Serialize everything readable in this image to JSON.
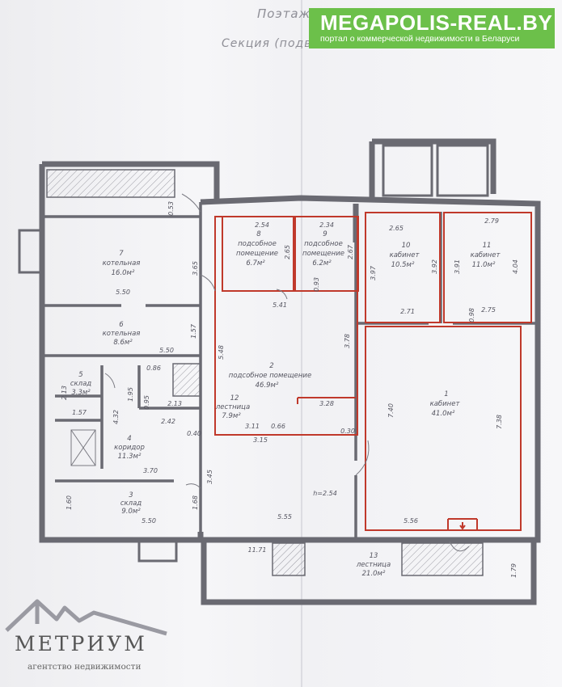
{
  "header": {
    "floor_plan_label": "Поэтаж",
    "section_label": "Секция (подвал)"
  },
  "banner": {
    "title": "MEGAPOLIS-REAL.BY",
    "subtitle": "портал о коммерческой недвижимости в Беларуси",
    "color": "#6cc04a"
  },
  "agency": {
    "name": "МЕТРИУМ",
    "tagline": "агентство недвижимости"
  },
  "colors": {
    "wall": "#6a6a72",
    "hatch": "#9a9aa2",
    "red_line": "#c0392b",
    "text": "#555560"
  },
  "rooms": [
    {
      "num": "1",
      "name": "кабинет",
      "area": "41.0м²"
    },
    {
      "num": "2",
      "name": "подсобное помещение",
      "area": "46.9м²"
    },
    {
      "num": "3",
      "name": "склад",
      "area": "9.0м²"
    },
    {
      "num": "4",
      "name": "коридор",
      "area": "11.3м²"
    },
    {
      "num": "5",
      "name": "склад",
      "area": "3.3м²"
    },
    {
      "num": "6",
      "name": "котельная",
      "area": "8.6м²"
    },
    {
      "num": "7",
      "name": "котельная",
      "area": "16.0м²"
    },
    {
      "num": "8",
      "name_l1": "подсобное",
      "name_l2": "помещение",
      "area": "6.7м²"
    },
    {
      "num": "9",
      "name_l1": "подсобное",
      "name_l2": "помещение",
      "area": "6.2м²"
    },
    {
      "num": "10",
      "name": "кабинет",
      "area": "10.5м²"
    },
    {
      "num": "11",
      "name": "кабинет",
      "area": "11.0м²"
    },
    {
      "num": "12",
      "name": "лестница",
      "area": "7.9м²"
    },
    {
      "num": "13",
      "name": "лестница",
      "area": "21.0м²"
    }
  ],
  "dims": {
    "d_0_53": "0.53",
    "d_2_54": "2.54",
    "d_2_34": "2.34",
    "d_2_65a": "2.65",
    "d_2_79": "2.79",
    "d_2_65b": "2.65",
    "d_2_67": "2.67",
    "d_3_97": "3.97",
    "d_3_92": "3.92",
    "d_3_91": "3.91",
    "d_4_04": "4.04",
    "d_3_65": "3.65",
    "d_5_50a": "5.50",
    "d_5_41": "5.41",
    "d_0_93": "0.93",
    "d_2_71": "2.71",
    "d_2_75": "2.75",
    "d_0_98": "0.98",
    "d_1_57a": "1.57",
    "d_5_50b": "5.50",
    "d_5_48": "5.48",
    "d_3_78": "3.78",
    "d_0_86": "0.86",
    "d_2_13a": "2.13",
    "d_1_95": "1.95",
    "d_0_95": "0.95",
    "d_2_13b": "2.13",
    "d_3_28": "3.28",
    "d_1_57b": "1.57",
    "d_4_32": "4.32",
    "d_2_42": "2.42",
    "d_3_11": "3.11",
    "d_0_66": "0.66",
    "d_7_40": "7.40",
    "d_7_38": "7.38",
    "d_0_40": "0.40",
    "d_3_15": "3.15",
    "d_0_30": "0.30",
    "d_3_70": "3.70",
    "d_3_45": "3.45",
    "d_1_60": "1.60",
    "d_1_68": "1.68",
    "d_h": "h=2.54",
    "d_5_50c": "5.50",
    "d_5_55": "5.55",
    "d_5_56": "5.56",
    "d_11_71": "11.71",
    "d_1_79": "1.79"
  }
}
